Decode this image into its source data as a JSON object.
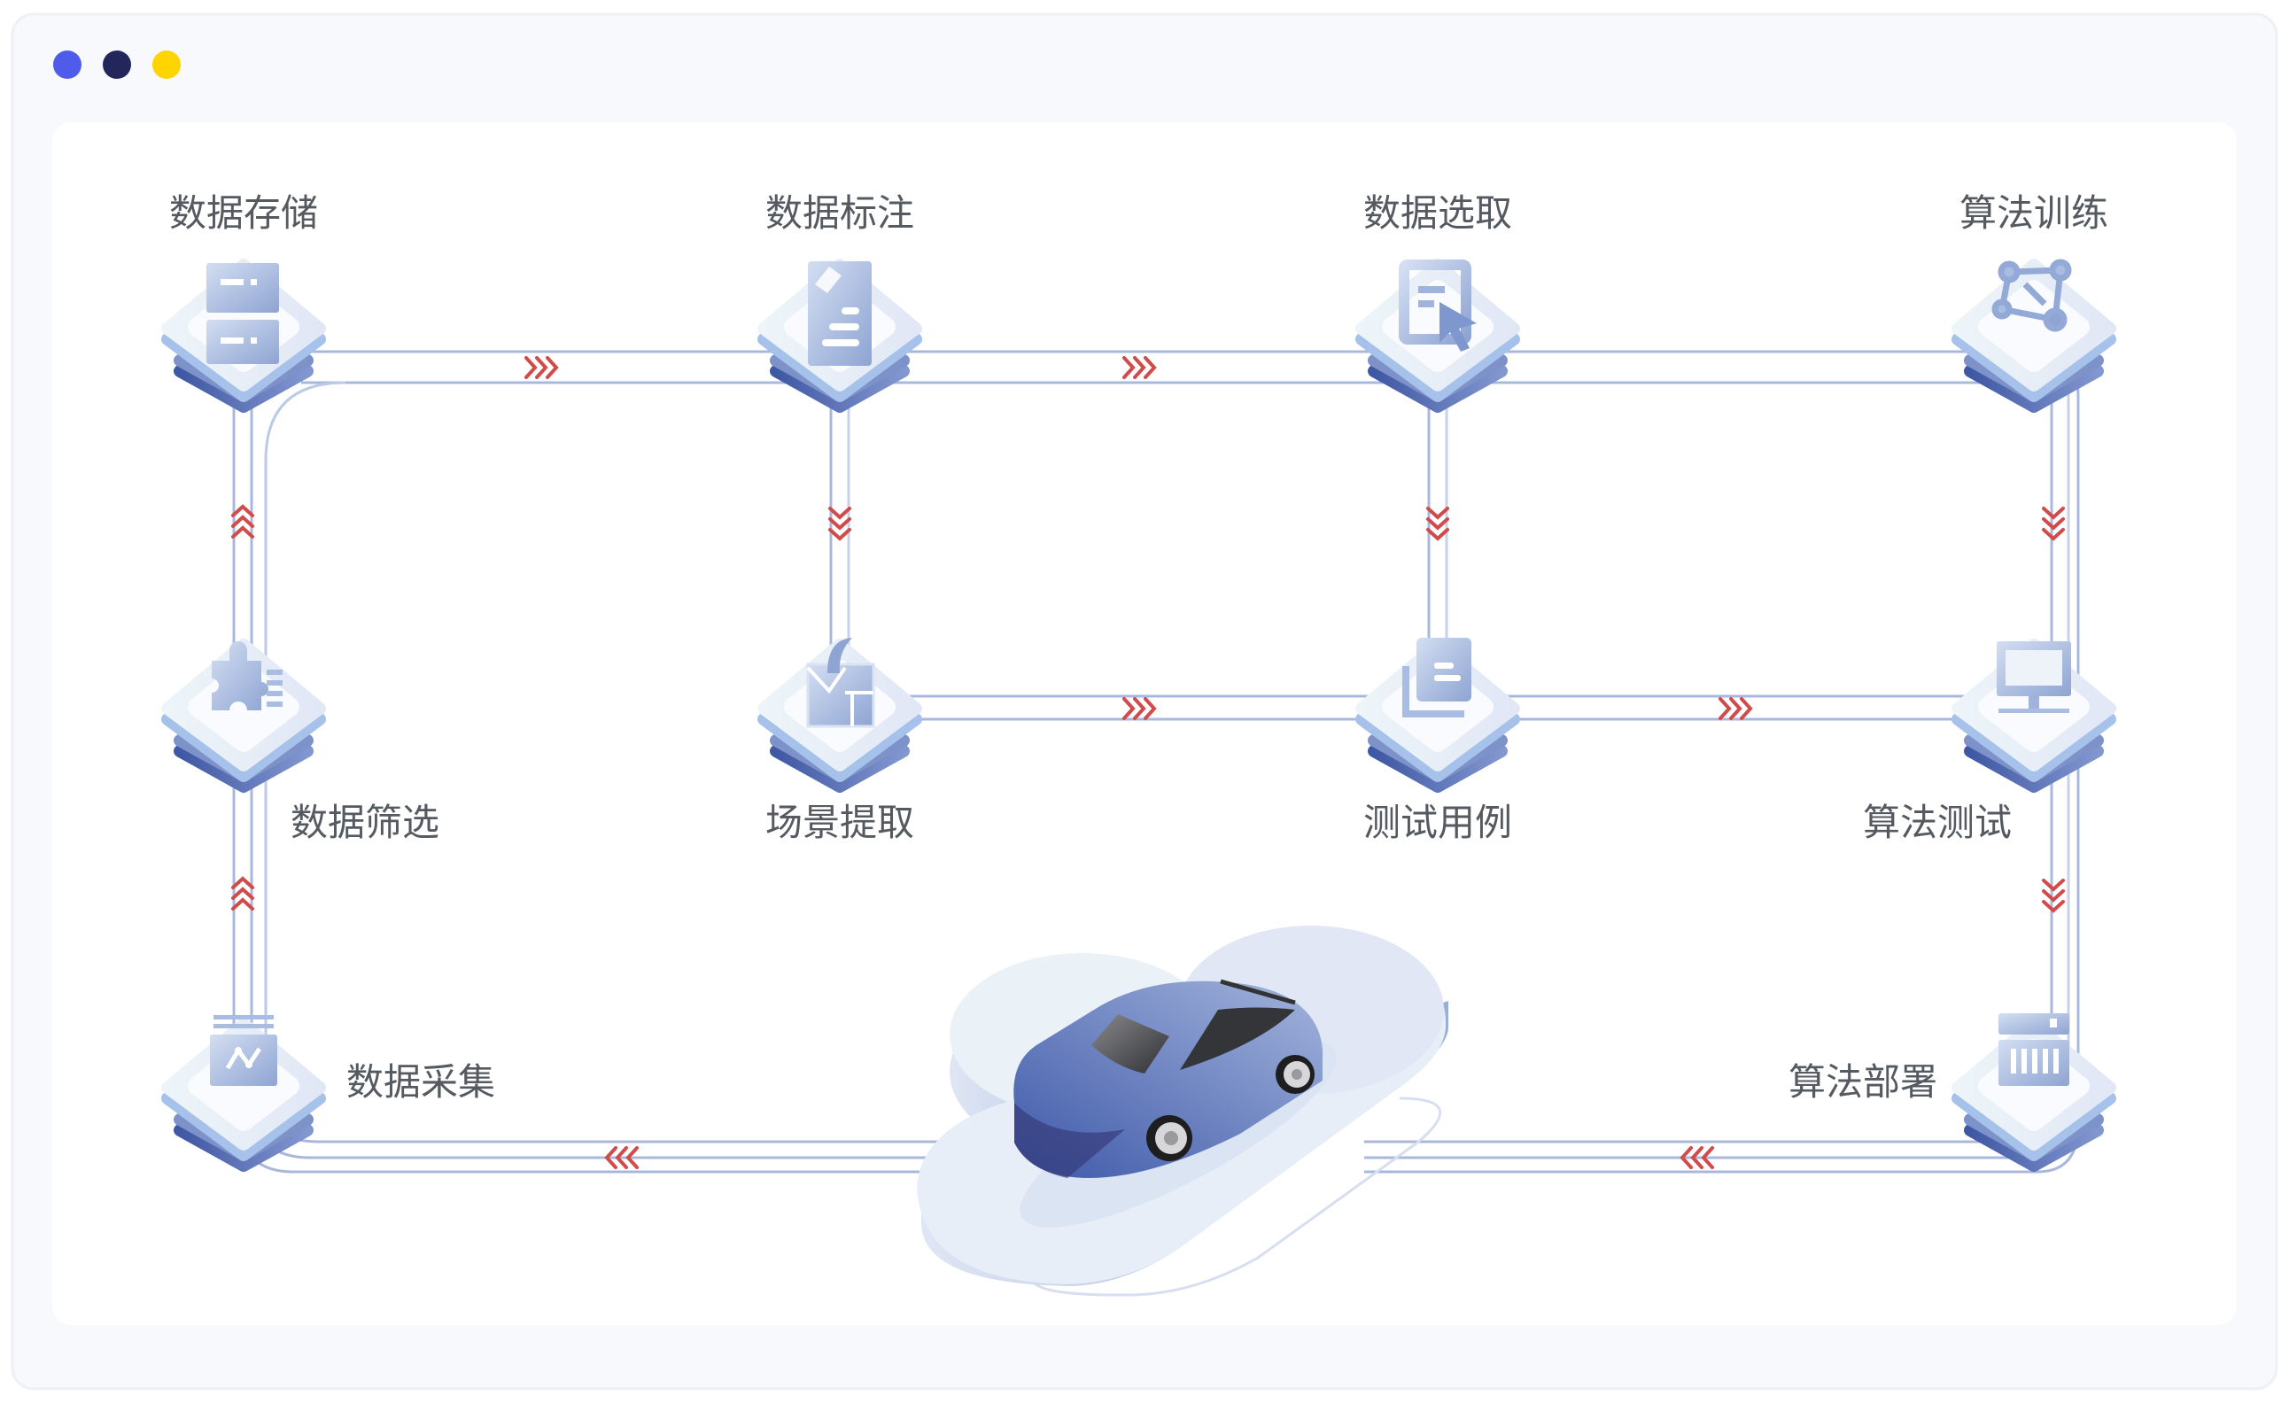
{
  "window": {
    "dots": [
      {
        "name": "blue",
        "color": "#4f5bea"
      },
      {
        "name": "navy",
        "color": "#23265a"
      },
      {
        "name": "yellow",
        "color": "#ffd400"
      }
    ]
  },
  "colors": {
    "track": "#a8b8dc",
    "arrow": "#d24b4b",
    "tile_top": "#eef3fa",
    "tile_dark": "#4c62a9",
    "icon": "#9fb3dc",
    "car": "#5570b8"
  },
  "nodes": {
    "storage": {
      "label": "数据存储",
      "icon": "server-icon"
    },
    "labeling": {
      "label": "数据标注",
      "icon": "tag-document-icon"
    },
    "selection": {
      "label": "数据选取",
      "icon": "cursor-select-icon"
    },
    "training": {
      "label": "算法训练",
      "icon": "node-graph-icon"
    },
    "filtering": {
      "label": "数据筛选",
      "icon": "puzzle-icon"
    },
    "scene": {
      "label": "场景提取",
      "icon": "extract-icon"
    },
    "testcase": {
      "label": "测试用例",
      "icon": "document-stack-icon"
    },
    "testing": {
      "label": "算法测试",
      "icon": "monitor-icon"
    },
    "collection": {
      "label": "数据采集",
      "icon": "data-collect-icon"
    },
    "deploy": {
      "label": "算法部署",
      "icon": "server-rack-icon"
    }
  }
}
